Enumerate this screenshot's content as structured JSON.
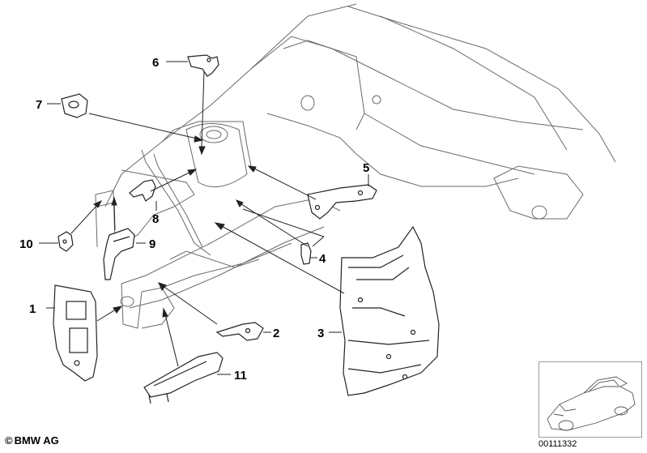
{
  "callouts": {
    "c1": "1",
    "c2": "2",
    "c3": "3",
    "c4": "4",
    "c5": "5",
    "c6": "6",
    "c7": "7",
    "c8": "8",
    "c9": "9",
    "c10": "10",
    "c11": "11"
  },
  "footer": {
    "copyright_symbol": "©",
    "copyright": "BMW AG",
    "reference": "00111332"
  },
  "colors": {
    "line": "#222222",
    "body_line": "#6a6a6a",
    "inset_border": "#9a9a9a"
  }
}
